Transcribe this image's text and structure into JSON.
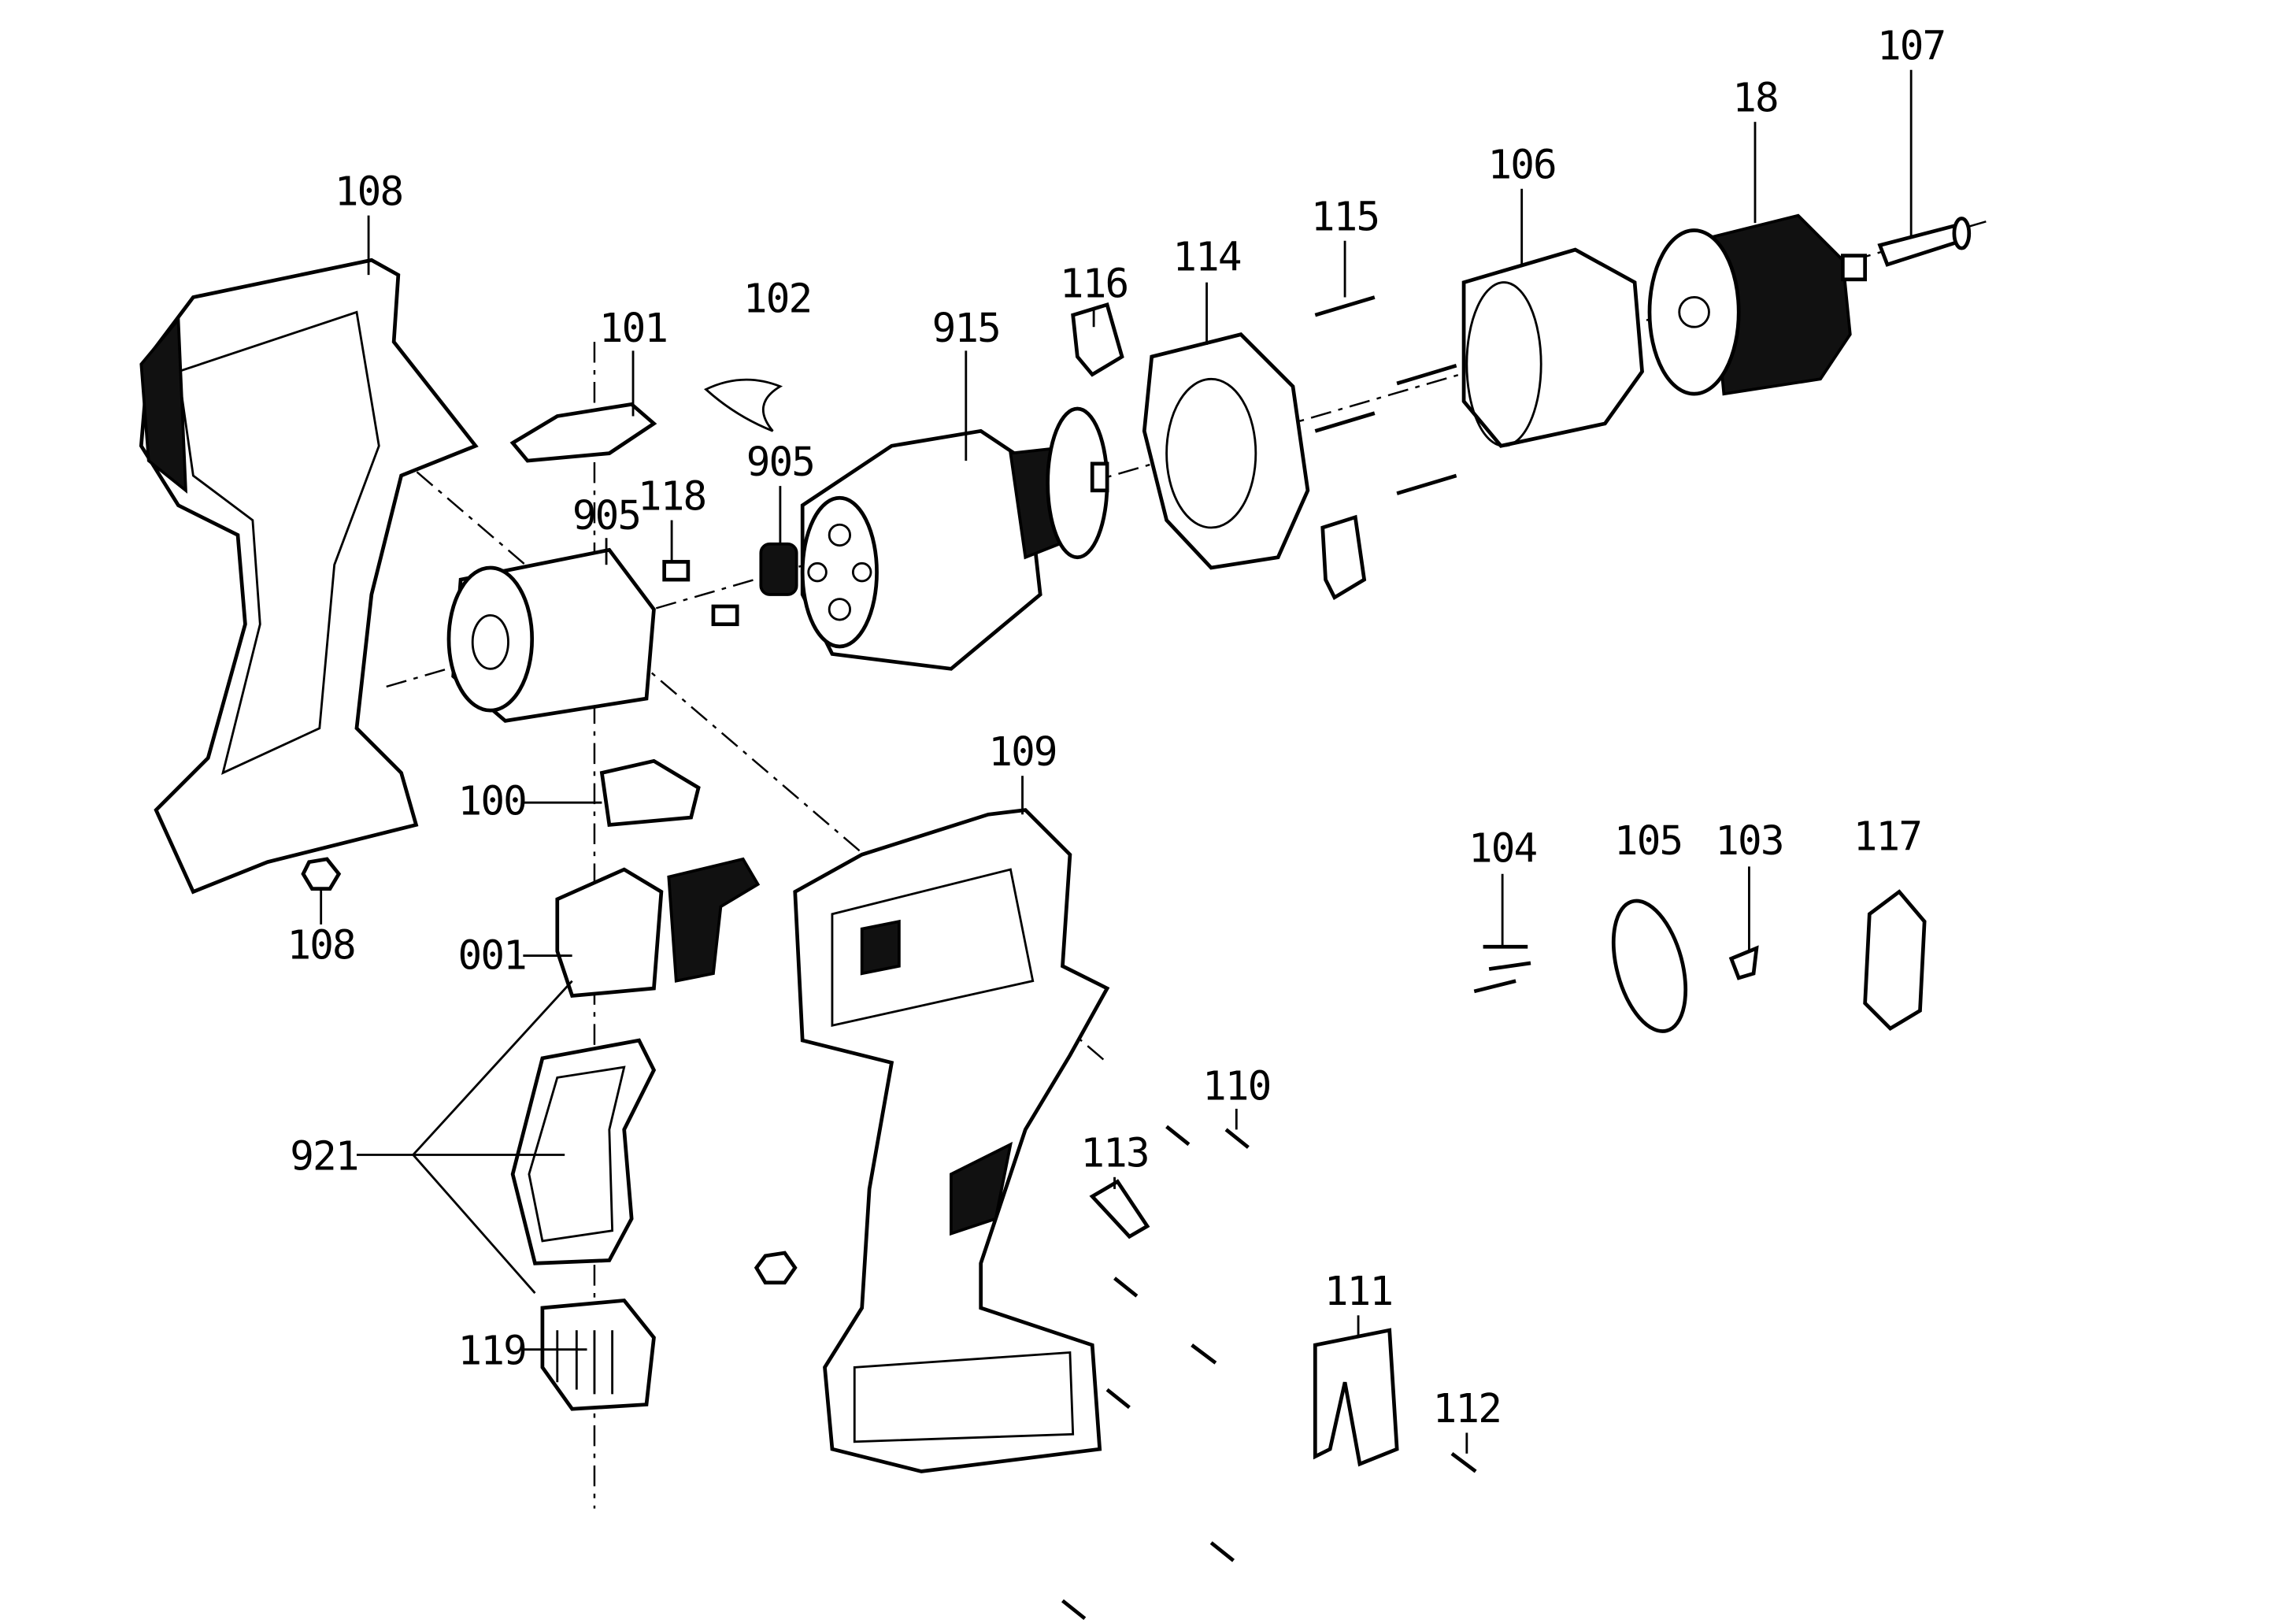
{
  "diagram": {
    "type": "exploded-parts-view",
    "labels": [
      "108",
      "101",
      "102",
      "915",
      "116",
      "114",
      "115",
      "106",
      "18",
      "107",
      "905",
      "118",
      "905",
      "108",
      "100",
      "001",
      "109",
      "921",
      "119",
      "104",
      "105",
      "103",
      "117",
      "110",
      "113",
      "111",
      "112"
    ],
    "line_color": "#000000",
    "background": "#ffffff"
  }
}
